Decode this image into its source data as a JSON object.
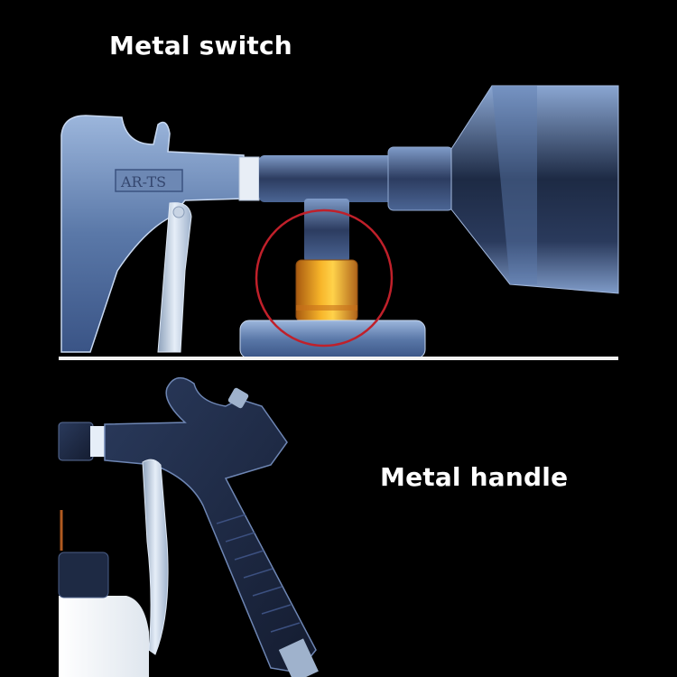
{
  "captions": {
    "top": "Metal switch",
    "bottom": "Metal handle"
  },
  "panels": {
    "top": {
      "subject": "spray gun with funnel attachment",
      "engraving": "AR-TS",
      "highlight": "red circle around orange metal switch",
      "highlight_color": "#c0202a",
      "switch_color": "#e08a1a"
    },
    "bottom": {
      "subject": "spray gun handle with metal trigger and bottle"
    }
  },
  "colors": {
    "background": "#000000",
    "gun_body": "#5a78a8",
    "gun_dark": "#1e2a44",
    "trigger_metal": "#c8d4e4",
    "caption_text": "#ffffff"
  }
}
